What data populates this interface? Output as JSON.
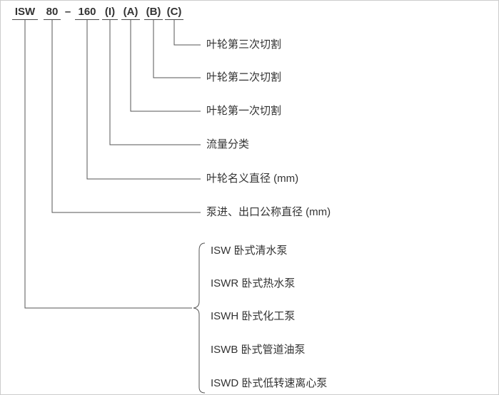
{
  "model_code": {
    "series": "ISW",
    "inlet_outlet_diameter": "80",
    "dash": "–",
    "impeller_diameter": "160",
    "flow_class": "(I)",
    "cut_a": "(A)",
    "cut_b": "(B)",
    "cut_c": "(C)"
  },
  "callouts": [
    {
      "for": "(C)",
      "label": "叶轮第三次切割"
    },
    {
      "for": "(B)",
      "label": "叶轮第二次切割"
    },
    {
      "for": "(A)",
      "label": "叶轮第一次切割"
    },
    {
      "for": "(I)",
      "label": "流量分类"
    },
    {
      "for": "160",
      "label": "叶轮名义直径 (mm)"
    },
    {
      "for": "80",
      "label": "泵进、出口公称直径 (mm)"
    }
  ],
  "pump_types": [
    {
      "label": "ISW 卧式清水泵"
    },
    {
      "label": "ISWR 卧式热水泵"
    },
    {
      "label": "ISWH 卧式化工泵"
    },
    {
      "label": "ISWB 卧式管道油泵"
    },
    {
      "label": "ISWD 卧式低转速离心泵"
    }
  ],
  "colors": {
    "line": "#555555",
    "text": "#333333",
    "background": "#ffffff"
  }
}
